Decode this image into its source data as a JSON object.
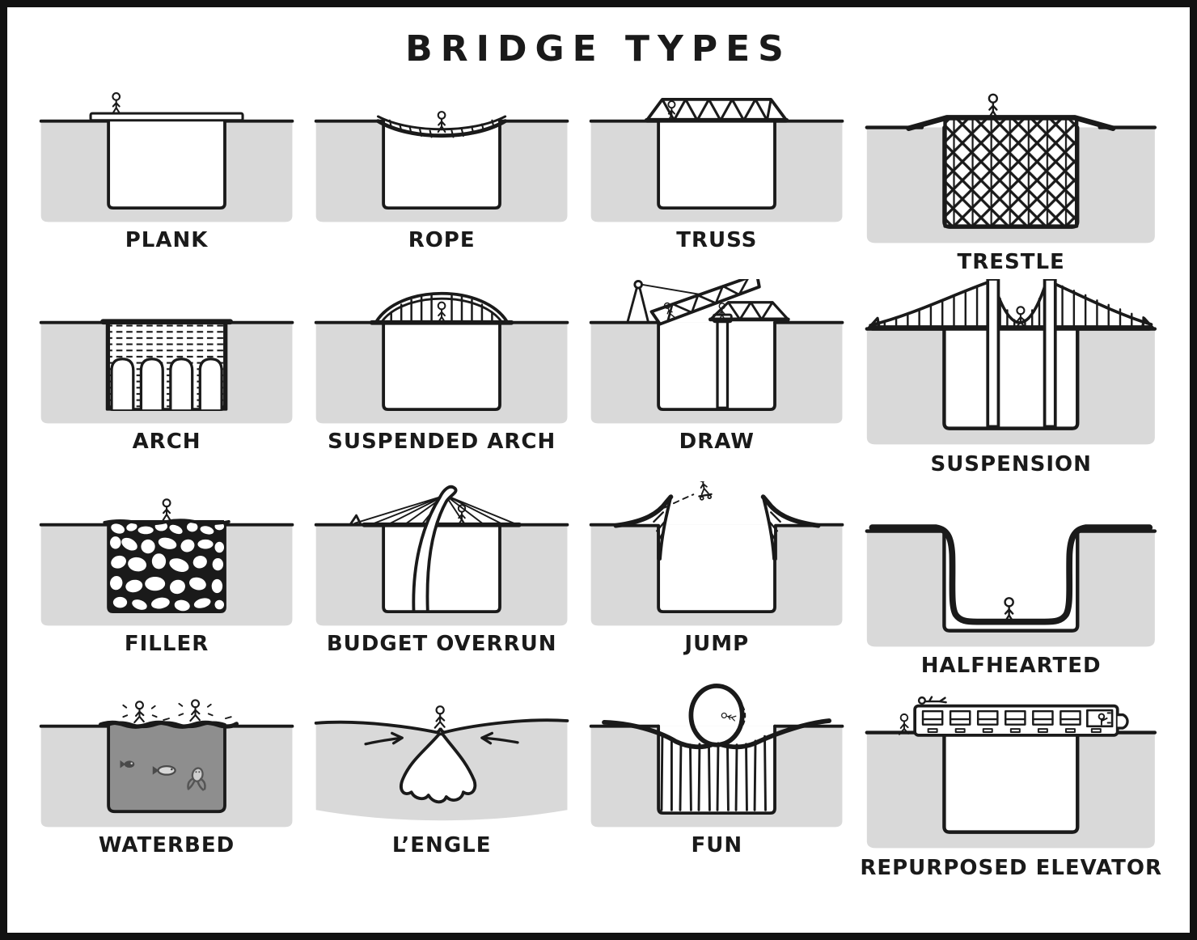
{
  "title": "BRIDGE TYPES",
  "colors": {
    "ink": "#1a1a1a",
    "ground": "#d9d9d9",
    "water": "#8e8e8e",
    "paper": "#ffffff"
  },
  "panels": [
    {
      "id": "plank",
      "label": "PLANK"
    },
    {
      "id": "rope",
      "label": "ROPE"
    },
    {
      "id": "truss",
      "label": "TRUSS"
    },
    {
      "id": "trestle",
      "label": "TRESTLE"
    },
    {
      "id": "arch",
      "label": "ARCH"
    },
    {
      "id": "suspended-arch",
      "label": "SUSPENDED ARCH"
    },
    {
      "id": "draw",
      "label": "DRAW"
    },
    {
      "id": "suspension",
      "label": "SUSPENSION"
    },
    {
      "id": "filler",
      "label": "FILLER"
    },
    {
      "id": "budget-overrun",
      "label": "BUDGET OVERRUN"
    },
    {
      "id": "jump",
      "label": "JUMP"
    },
    {
      "id": "halfhearted",
      "label": "HALFHEARTED"
    },
    {
      "id": "waterbed",
      "label": "WATERBED"
    },
    {
      "id": "lengle",
      "label": "L’ENGLE"
    },
    {
      "id": "fun",
      "label": "FUN"
    },
    {
      "id": "repurposed-elevator",
      "label": "REPURPOSED ELEVATOR"
    }
  ]
}
